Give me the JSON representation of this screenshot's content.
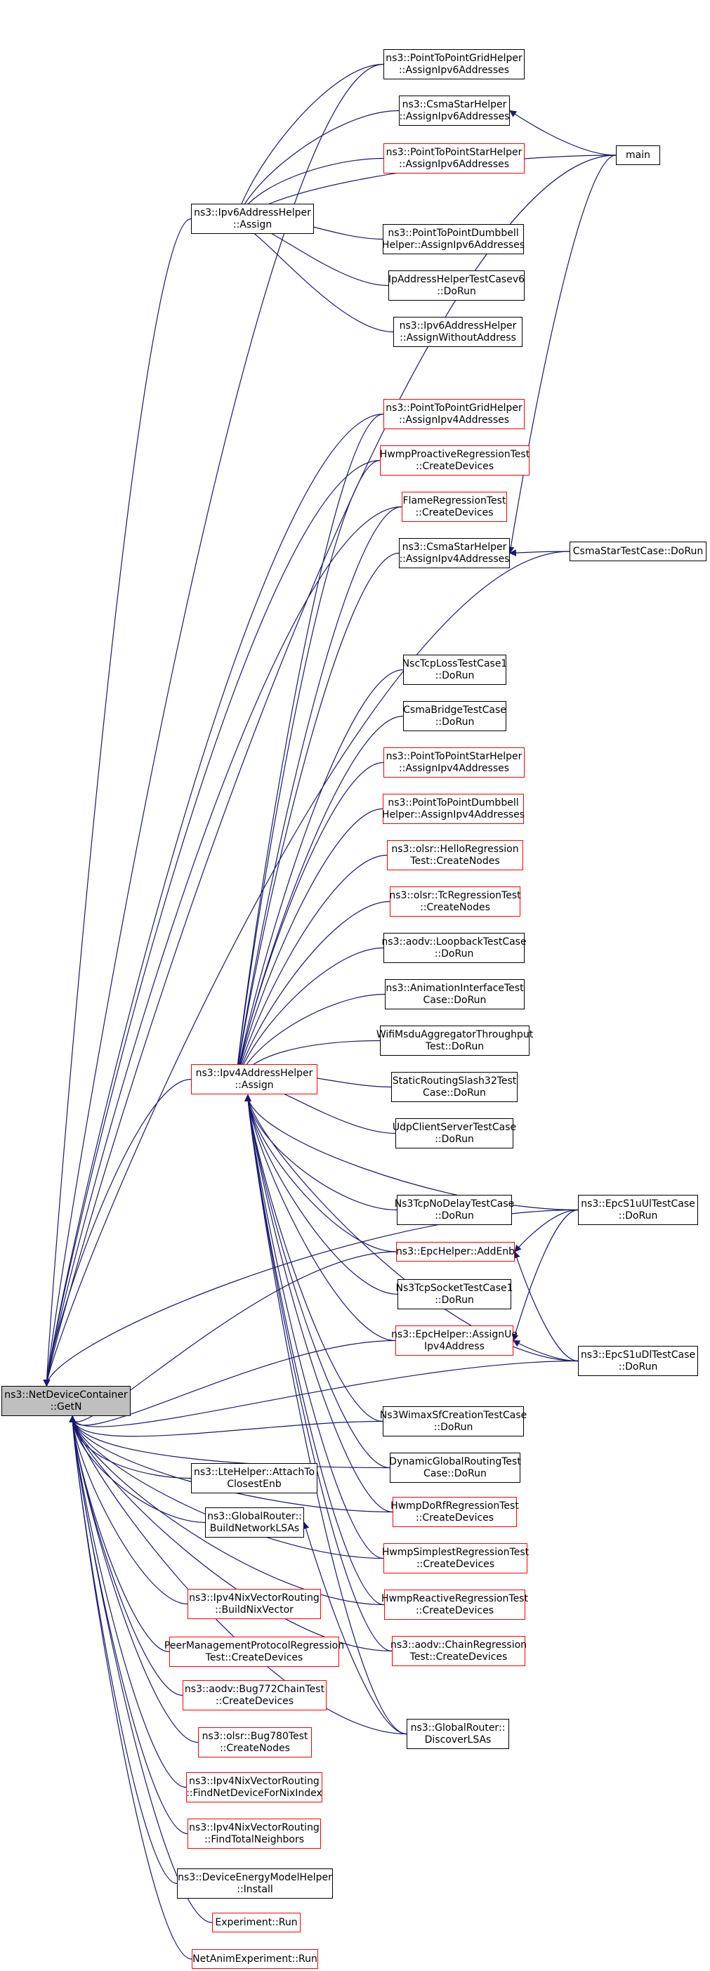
{
  "colors": {
    "edge": "#191970",
    "black_border": "#000000",
    "red_border": "#ff0000",
    "root_fill": "#bfbfbf"
  },
  "nodes": [
    {
      "id": "getn",
      "lines": [
        "ns3::NetDeviceContainer",
        "::GetN"
      ],
      "style": "gray"
    },
    {
      "id": "ipv6assign",
      "lines": [
        "ns3::Ipv6AddressHelper",
        "::Assign"
      ],
      "style": "black"
    },
    {
      "id": "ipv4assign",
      "lines": [
        "ns3::Ipv4AddressHelper",
        "::Assign"
      ],
      "style": "red"
    },
    {
      "id": "p2pgrid6",
      "lines": [
        "ns3::PointToPointGridHelper",
        "::AssignIpv6Addresses"
      ],
      "style": "black"
    },
    {
      "id": "csmastar6",
      "lines": [
        "ns3::CsmaStarHelper",
        "::AssignIpv6Addresses"
      ],
      "style": "black"
    },
    {
      "id": "p2pstar6",
      "lines": [
        "ns3::PointToPointStarHelper",
        "::AssignIpv6Addresses"
      ],
      "style": "red"
    },
    {
      "id": "main",
      "lines": [
        "main"
      ],
      "style": "black"
    },
    {
      "id": "p2pdumb6",
      "lines": [
        "ns3::PointToPointDumbbell",
        "Helper::AssignIpv6Addresses"
      ],
      "style": "black"
    },
    {
      "id": "ipaddrtest6",
      "lines": [
        "IpAddressHelperTestCasev6",
        "::DoRun"
      ],
      "style": "black"
    },
    {
      "id": "ipv6without",
      "lines": [
        "ns3::Ipv6AddressHelper",
        "::AssignWithoutAddress"
      ],
      "style": "black"
    },
    {
      "id": "p2pgrid4",
      "lines": [
        "ns3::PointToPointGridHelper",
        "::AssignIpv4Addresses"
      ],
      "style": "red"
    },
    {
      "id": "hwmpproactive",
      "lines": [
        "HwmpProactiveRegressionTest",
        "::CreateDevices"
      ],
      "style": "red"
    },
    {
      "id": "flame",
      "lines": [
        "FlameRegressionTest",
        "::CreateDevices"
      ],
      "style": "red"
    },
    {
      "id": "csmastar4",
      "lines": [
        "ns3::CsmaStarHelper",
        "::AssignIpv4Addresses"
      ],
      "style": "black"
    },
    {
      "id": "csmastartest",
      "lines": [
        "CsmaStarTestCase::DoRun"
      ],
      "style": "black"
    },
    {
      "id": "nsctcploss",
      "lines": [
        "NscTcpLossTestCase1",
        "::DoRun"
      ],
      "style": "black"
    },
    {
      "id": "csmabridge",
      "lines": [
        "CsmaBridgeTestCase",
        "::DoRun"
      ],
      "style": "black"
    },
    {
      "id": "p2pstar4",
      "lines": [
        "ns3::PointToPointStarHelper",
        "::AssignIpv4Addresses"
      ],
      "style": "red"
    },
    {
      "id": "p2pdumb4",
      "lines": [
        "ns3::PointToPointDumbbell",
        "Helper::AssignIpv4Addresses"
      ],
      "style": "red"
    },
    {
      "id": "olsrhello",
      "lines": [
        "ns3::olsr::HelloRegression",
        "Test::CreateNodes"
      ],
      "style": "red"
    },
    {
      "id": "olsrtc",
      "lines": [
        "ns3::olsr::TcRegressionTest",
        "::CreateNodes"
      ],
      "style": "red"
    },
    {
      "id": "aodvloop",
      "lines": [
        "ns3::aodv::LoopbackTestCase",
        "::DoRun"
      ],
      "style": "black"
    },
    {
      "id": "animiface",
      "lines": [
        "ns3::AnimationInterfaceTest",
        "Case::DoRun"
      ],
      "style": "black"
    },
    {
      "id": "wifimsdu",
      "lines": [
        "WifiMsduAggregatorThroughput",
        "Test::DoRun"
      ],
      "style": "black"
    },
    {
      "id": "staticrouting",
      "lines": [
        "StaticRoutingSlash32Test",
        "Case::DoRun"
      ],
      "style": "black"
    },
    {
      "id": "udpclient",
      "lines": [
        "UdpClientServerTestCase",
        "::DoRun"
      ],
      "style": "black"
    },
    {
      "id": "ns3tcpnodelay",
      "lines": [
        "Ns3TcpNoDelayTestCase",
        "::DoRun"
      ],
      "style": "black"
    },
    {
      "id": "epcs1uul",
      "lines": [
        "ns3::EpcS1uUlTestCase",
        "::DoRun"
      ],
      "style": "black"
    },
    {
      "id": "addenb",
      "lines": [
        "ns3::EpcHelper::AddEnb"
      ],
      "style": "red"
    },
    {
      "id": "ns3tcpsocket",
      "lines": [
        "Ns3TcpSocketTestCase1",
        "::DoRun"
      ],
      "style": "black"
    },
    {
      "id": "assignue",
      "lines": [
        "ns3::EpcHelper::AssignUe",
        "Ipv4Address"
      ],
      "style": "red"
    },
    {
      "id": "epcs1udl",
      "lines": [
        "ns3::EpcS1uDlTestCase",
        "::DoRun"
      ],
      "style": "black"
    },
    {
      "id": "ns3wimax",
      "lines": [
        "Ns3WimaxSfCreationTestCase",
        "::DoRun"
      ],
      "style": "black"
    },
    {
      "id": "dynglobal",
      "lines": [
        "DynamicGlobalRoutingTest",
        "Case::DoRun"
      ],
      "style": "black"
    },
    {
      "id": "ltehelper",
      "lines": [
        "ns3::LteHelper::AttachTo",
        "ClosestEnb"
      ],
      "style": "black"
    },
    {
      "id": "globalbuild",
      "lines": [
        "ns3::GlobalRouter::",
        "BuildNetworkLSAs"
      ],
      "style": "black"
    },
    {
      "id": "hwmpdorf",
      "lines": [
        "HwmpDoRfRegressionTest",
        "::CreateDevices"
      ],
      "style": "red"
    },
    {
      "id": "hwmpsimplest",
      "lines": [
        "HwmpSimplestRegressionTest",
        "::CreateDevices"
      ],
      "style": "red"
    },
    {
      "id": "ipv4nixbuild",
      "lines": [
        "ns3::Ipv4NixVectorRouting",
        "::BuildNixVector"
      ],
      "style": "red"
    },
    {
      "id": "hwmpreactive",
      "lines": [
        "HwmpReactiveRegressionTest",
        "::CreateDevices"
      ],
      "style": "red"
    },
    {
      "id": "peermgmt",
      "lines": [
        "PeerManagementProtocolRegression",
        "Test::CreateDevices"
      ],
      "style": "red"
    },
    {
      "id": "aodvchain",
      "lines": [
        "ns3::aodv::ChainRegression",
        "Test::CreateDevices"
      ],
      "style": "red"
    },
    {
      "id": "aodvbug772",
      "lines": [
        "ns3::aodv::Bug772ChainTest",
        "::CreateDevices"
      ],
      "style": "red"
    },
    {
      "id": "globaldiscover",
      "lines": [
        "ns3::GlobalRouter::",
        "DiscoverLSAs"
      ],
      "style": "black"
    },
    {
      "id": "olsrbug780",
      "lines": [
        "ns3::olsr::Bug780Test",
        "::CreateNodes"
      ],
      "style": "red"
    },
    {
      "id": "ipv4nixfind",
      "lines": [
        "ns3::Ipv4NixVectorRouting",
        "::FindNetDeviceForNixIndex"
      ],
      "style": "red"
    },
    {
      "id": "ipv4nixneighbors",
      "lines": [
        "ns3::Ipv4NixVectorRouting",
        "::FindTotalNeighbors"
      ],
      "style": "red"
    },
    {
      "id": "devenergy",
      "lines": [
        "ns3::DeviceEnergyModelHelper",
        "::Install"
      ],
      "style": "black"
    },
    {
      "id": "experiment",
      "lines": [
        "Experiment::Run"
      ],
      "style": "red"
    },
    {
      "id": "netanim",
      "lines": [
        "NetAnimExperiment::Run"
      ],
      "style": "red"
    }
  ]
}
